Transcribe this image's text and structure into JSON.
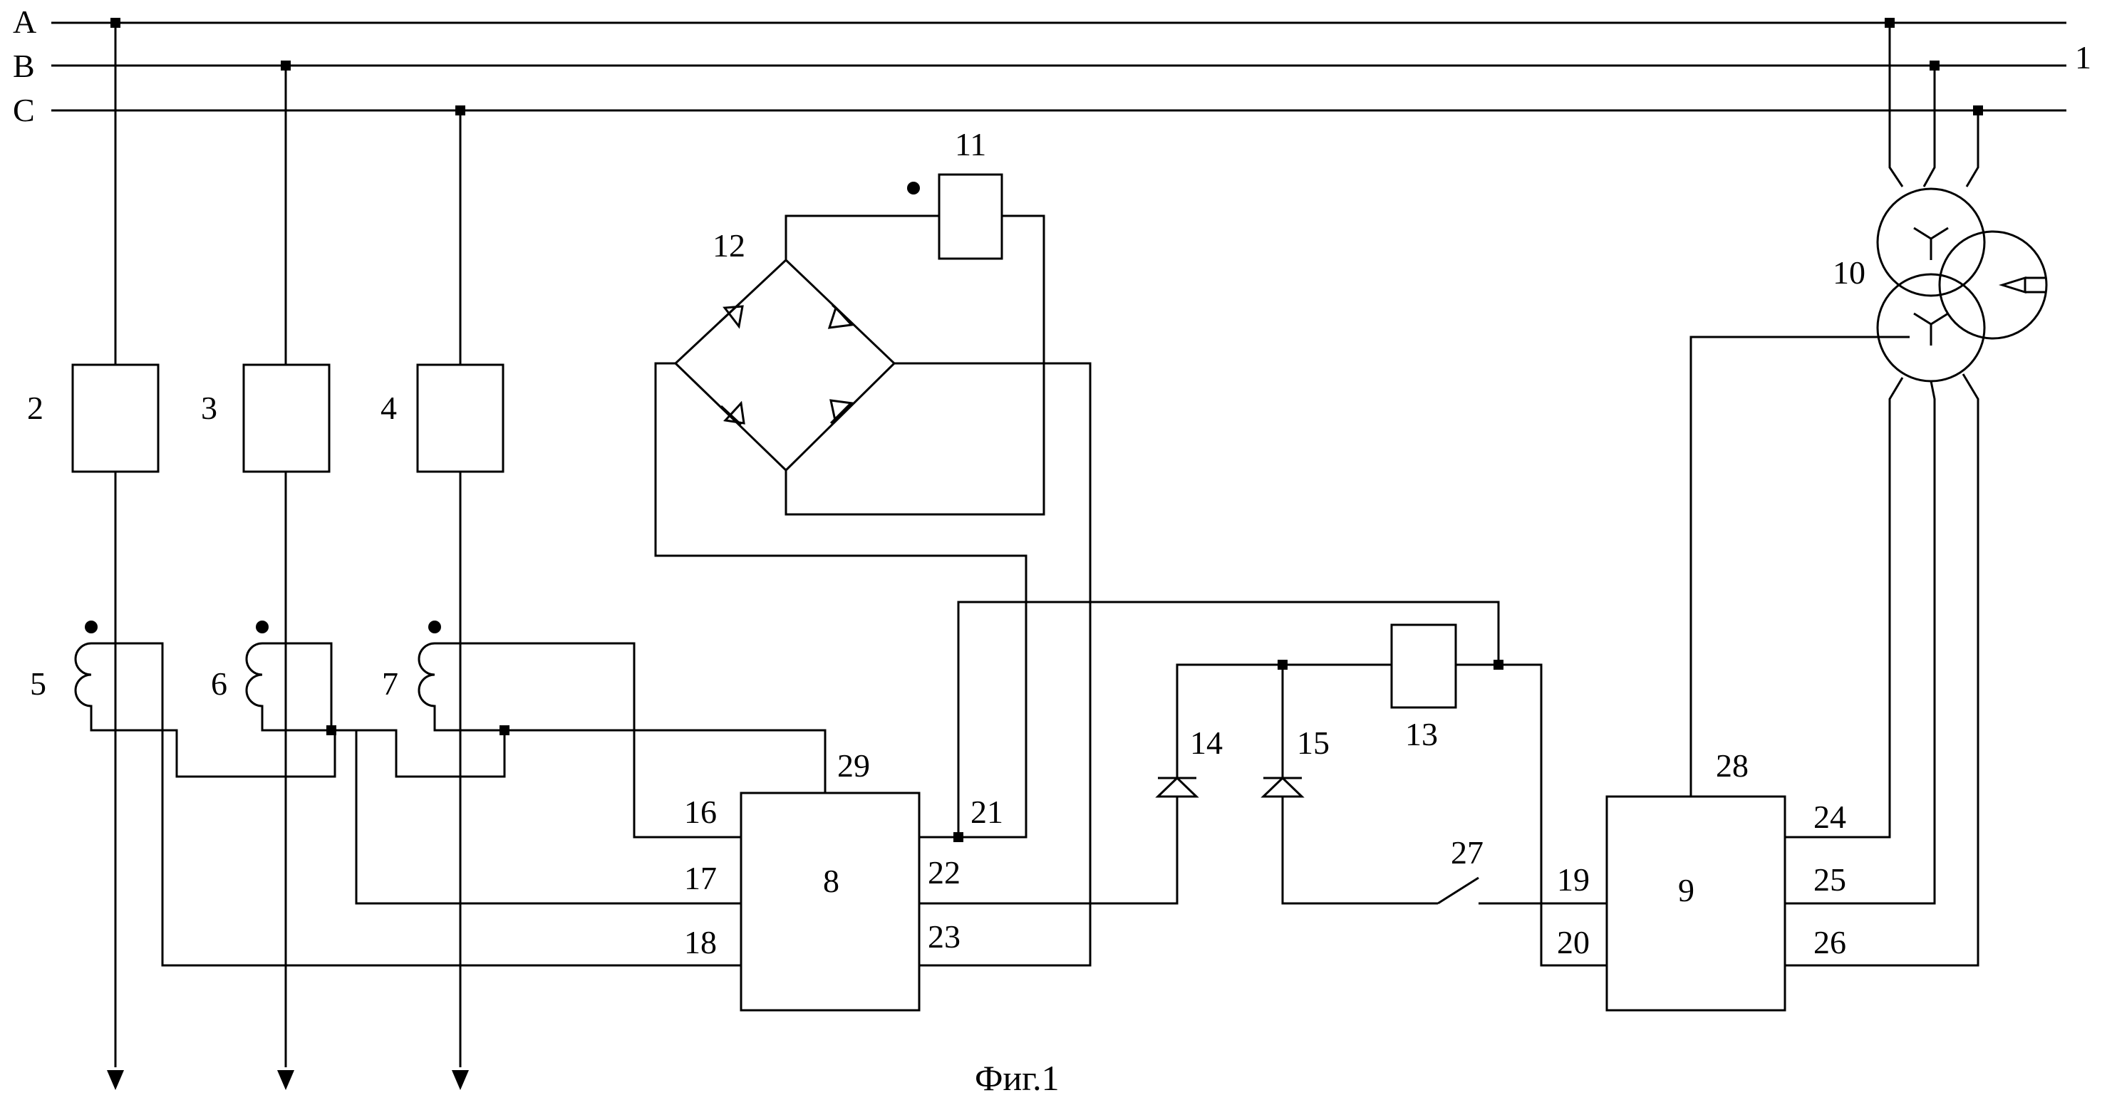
{
  "phases": {
    "a": "A",
    "b": "B",
    "c": "C",
    "bus_number": "1"
  },
  "labels": {
    "n2": "2",
    "n3": "3",
    "n4": "4",
    "n5": "5",
    "n6": "6",
    "n7": "7",
    "n8": "8",
    "n9": "9",
    "n10": "10",
    "n11": "11",
    "n12": "12",
    "n13": "13",
    "n14": "14",
    "n15": "15",
    "n16": "16",
    "n17": "17",
    "n18": "18",
    "n19": "19",
    "n20": "20",
    "n21": "21",
    "n22": "22",
    "n23": "23",
    "n24": "24",
    "n25": "25",
    "n26": "26",
    "n27": "27",
    "n28": "28",
    "n29": "29"
  },
  "caption": "Фиг.1"
}
